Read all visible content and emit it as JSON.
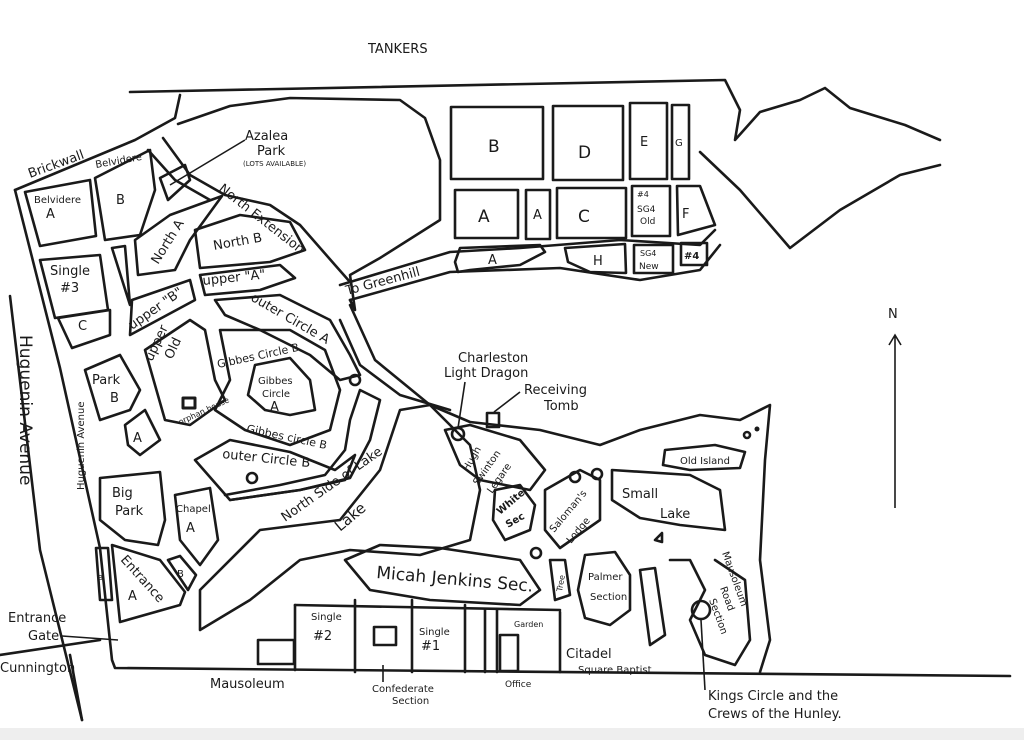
{
  "title": "TANKERS",
  "compass": {
    "label": "N"
  },
  "labels": {
    "brickwall": "Brickwall",
    "belvidere_a": [
      "Belvidere",
      "A"
    ],
    "belvidere_b": [
      "Belvidere",
      "B"
    ],
    "azalea_park": [
      "Azalea",
      "Park",
      "(LOTS AVAILABLE)"
    ],
    "north_extension": "North Extension",
    "north_a": "North A",
    "north_b": "North B",
    "single_3": [
      "Single",
      "#3"
    ],
    "c": "C",
    "upper_a": "upper \"A\"",
    "upper_b": "upper \"B\"",
    "to_greenhill": "To Greenhill",
    "outer_circle_a": "outer Circle A",
    "upper_old": [
      "upper",
      "Old"
    ],
    "gibbes_circle_b_top": "Gibbes Circle B",
    "gibbes_circle_a": [
      "Gibbes",
      "Circle",
      "A"
    ],
    "gibbes_circle_b_bottom": "Gibbes circle B",
    "park_b": [
      "Park",
      "B"
    ],
    "orphan_house": "orphan house",
    "huguenin_avenue_large": "Huguenin Avenue",
    "huguenin_avenue_small": "Huguenin Avenue",
    "a_left": "A",
    "outer_circle_b": "outer Circle B",
    "north_side_of_lake": "North Side of Lake",
    "lake": "Lake",
    "big_park": [
      "Big",
      "Park"
    ],
    "chapel_a": [
      "Chapel",
      "A"
    ],
    "b_small": "B",
    "b_strip": "B",
    "entrance_a": [
      "Entrance",
      "A"
    ],
    "entrance_gate": [
      "Entrance",
      "Gate"
    ],
    "cunnington": "Cunnington",
    "mausoleum": "Mausoleum",
    "single_2": [
      "Single",
      "#2"
    ],
    "confederate_section": [
      "Confederate",
      "Section"
    ],
    "single_1": [
      "Single",
      "#1"
    ],
    "garden": "Garden",
    "office": "Office",
    "citadel_square_baptist": [
      "Citadel",
      "Square Baptist"
    ],
    "micah_jenkins": "Micah Jenkins Sec.",
    "tree": "Tree",
    "palmer_section": [
      "Palmer",
      "Section"
    ],
    "charleston_light_dragon": [
      "Charleston",
      "Light Dragon"
    ],
    "receiving_tomb": [
      "Receiving",
      "Tomb"
    ],
    "hugh_swinton_legare": [
      "Hugh",
      "Swinton",
      "Legare"
    ],
    "white_sec": [
      "White",
      "Sec"
    ],
    "salomans_lodge": [
      "Saloman's",
      "Lodge"
    ],
    "small_lake": [
      "Small",
      "Lake"
    ],
    "old_island": "Old Island",
    "mausoleum_road_section": [
      "Mausoleum",
      "Road",
      "Section"
    ],
    "kings_circle": [
      "Kings Circle and the",
      "Crews of the Hunley."
    ]
  },
  "grid_sections": {
    "b": "B",
    "d": "D",
    "e": "E",
    "g": "G",
    "a_large": "A",
    "a_small": "A",
    "c": "C",
    "sg4_old": [
      "#4",
      "SG4",
      "Old"
    ],
    "f": "F",
    "a_strip": "A",
    "h": "H",
    "sg4_new": [
      "SG4",
      "New"
    ],
    "num4": "#4"
  }
}
